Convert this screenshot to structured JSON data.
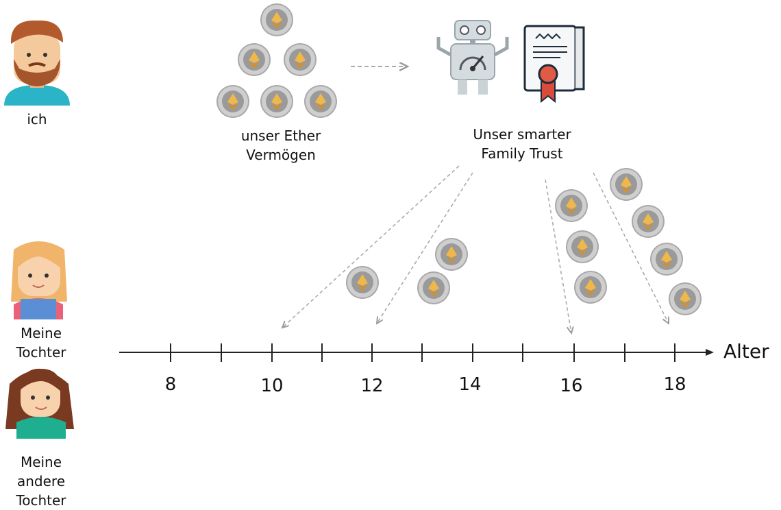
{
  "people": {
    "me": "ich",
    "daughter1": "Meine\nTochter",
    "daughter2": "Meine\nandere\nTochter"
  },
  "labels": {
    "ether_assets": "unser Ether\nVermögen",
    "smart_trust": "Unser smarter\nFamily Trust"
  },
  "timeline": {
    "axis_label": "Alter",
    "tick_labels": [
      "8",
      "10",
      "12",
      "14",
      "16",
      "18"
    ]
  },
  "colors": {
    "coin_outer": "#b9b9b9",
    "coin_inner": "#8f8f8f",
    "ether": "#e0a640",
    "arrow": "#aaaaaa",
    "robot": "#c9d3d6",
    "certificate_outline": "#1e2b3a",
    "ribbon": "#d94b3a",
    "skin": "#f4c99b",
    "shirt_teal": "#2bb3c8",
    "shirt_green": "#23a88b"
  },
  "icons": [
    "ether-coin-icon",
    "robot-icon",
    "certificate-icon",
    "man-avatar-icon",
    "girl-avatar-icon"
  ]
}
